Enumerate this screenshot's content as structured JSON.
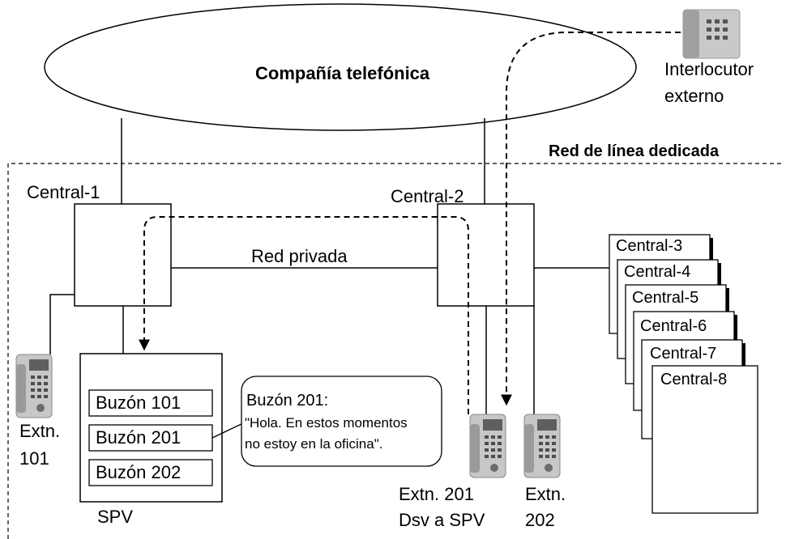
{
  "cloud": {
    "label": "Compañía telefónica"
  },
  "external_party": {
    "line1": "Interlocutor",
    "line2": "externo"
  },
  "network": {
    "label": "Red de línea dedicada"
  },
  "pbx": {
    "central1": "Central-1",
    "central2": "Central-2",
    "stack": [
      "Central-3",
      "Central-4",
      "Central-5",
      "Central-6",
      "Central-7",
      "Central-8"
    ]
  },
  "private_network": {
    "label": "Red privada"
  },
  "voicemail": {
    "label": "SPV",
    "mailboxes": [
      "Buzón 101",
      "Buzón 201",
      "Buzón 202"
    ]
  },
  "callout": {
    "title": "Buzón 201:",
    "line1": "\"Hola. En estos momentos",
    "line2": "no estoy en la oficina\"."
  },
  "extensions": {
    "ext101": {
      "line1": "Extn.",
      "line2": "101"
    },
    "ext201": {
      "line1": "Extn. 201",
      "line2": "Dsv a SPV"
    },
    "ext202": {
      "line1": "Extn.",
      "line2": "202"
    }
  },
  "colors": {
    "line": "#000000",
    "phone_body": "#b5b5b5",
    "phone_dark": "#7a7a7a",
    "background": "#ffffff"
  }
}
